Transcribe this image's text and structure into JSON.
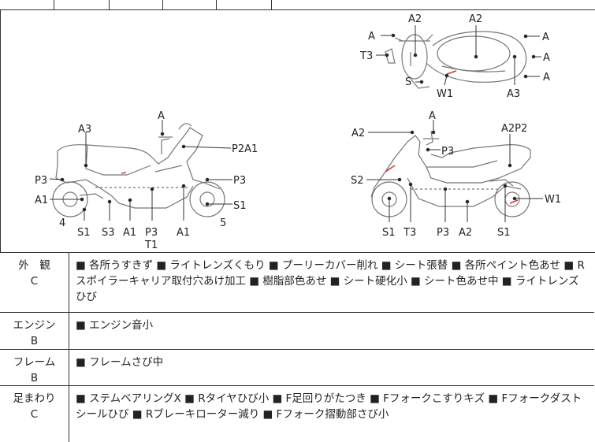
{
  "labels": {
    "side_left": [
      "A",
      "A3",
      "P2A1",
      "P3",
      "P3",
      "A1",
      "S1",
      "4",
      "5",
      "S1",
      "S3",
      "A1",
      "P3",
      "T1",
      "A1"
    ],
    "side_right": [
      "A",
      "A2",
      "P3",
      "A2P2",
      "S2",
      "W1",
      "S1",
      "T3",
      "P3",
      "A2",
      "S1"
    ],
    "top": [
      "A2",
      "A2",
      "A",
      "A",
      "T3",
      "A",
      "S",
      "A",
      "W1",
      "A3"
    ]
  },
  "rows": [
    {
      "category": "外　観",
      "grade": "C",
      "text": "■ 各所うすきず ■ ライトレンズくもり ■ プーリーカバー削れ ■ シート張替 ■ 各所ペイント色あせ ■ Rスポイラーキャリア取付穴あけ加工 ■ 樹脂部色あせ ■ シート硬化小 ■ シート色あせ中 ■ ライトレンズひび"
    },
    {
      "category": "エンジン",
      "grade": "B",
      "text": "■ エンジン音小"
    },
    {
      "category": "フレーム",
      "grade": "B",
      "text": "■ フレームさび中"
    },
    {
      "category": "足まわり",
      "grade": "C",
      "text": "■ ステムベアリングX ■ Rタイヤひび小 ■ F足回りがたつき ■ Fフォークこすりキズ ■ Fフォークダストシールひび ■ Rブレーキローター減り ■ Fフォーク摺動部さび小"
    }
  ]
}
